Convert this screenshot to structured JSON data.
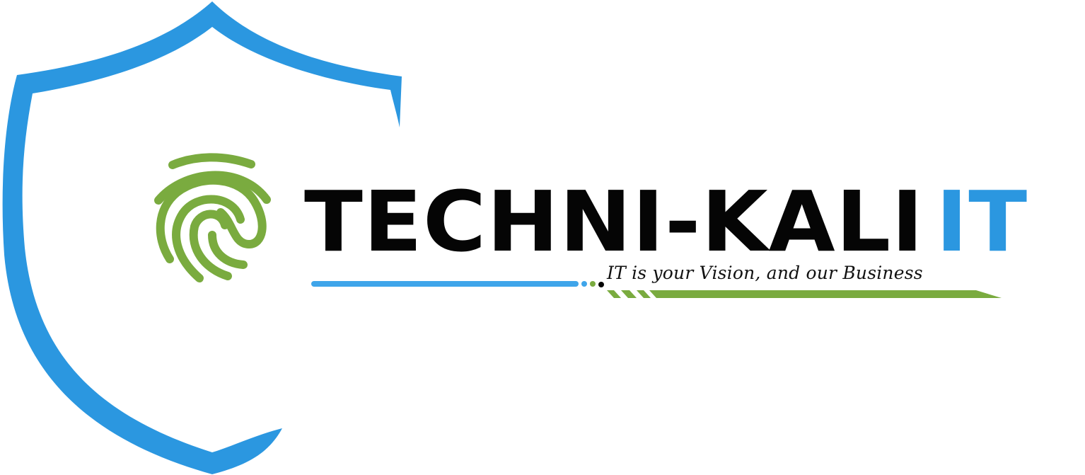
{
  "brand": {
    "name_main": "TECHNI-KALI",
    "name_accent": "IT",
    "tagline": "IT  is your Vision, and our Business"
  },
  "colors": {
    "shield": "#2b97e0",
    "fingerprint": "#7aab3f",
    "text": "#050505",
    "accent": "#2b97e0",
    "underline_blue": "#3fa5ea",
    "underline_green": "#7aab3f"
  },
  "icons": {
    "shield": "shield-icon",
    "fingerprint": "fingerprint-icon"
  }
}
